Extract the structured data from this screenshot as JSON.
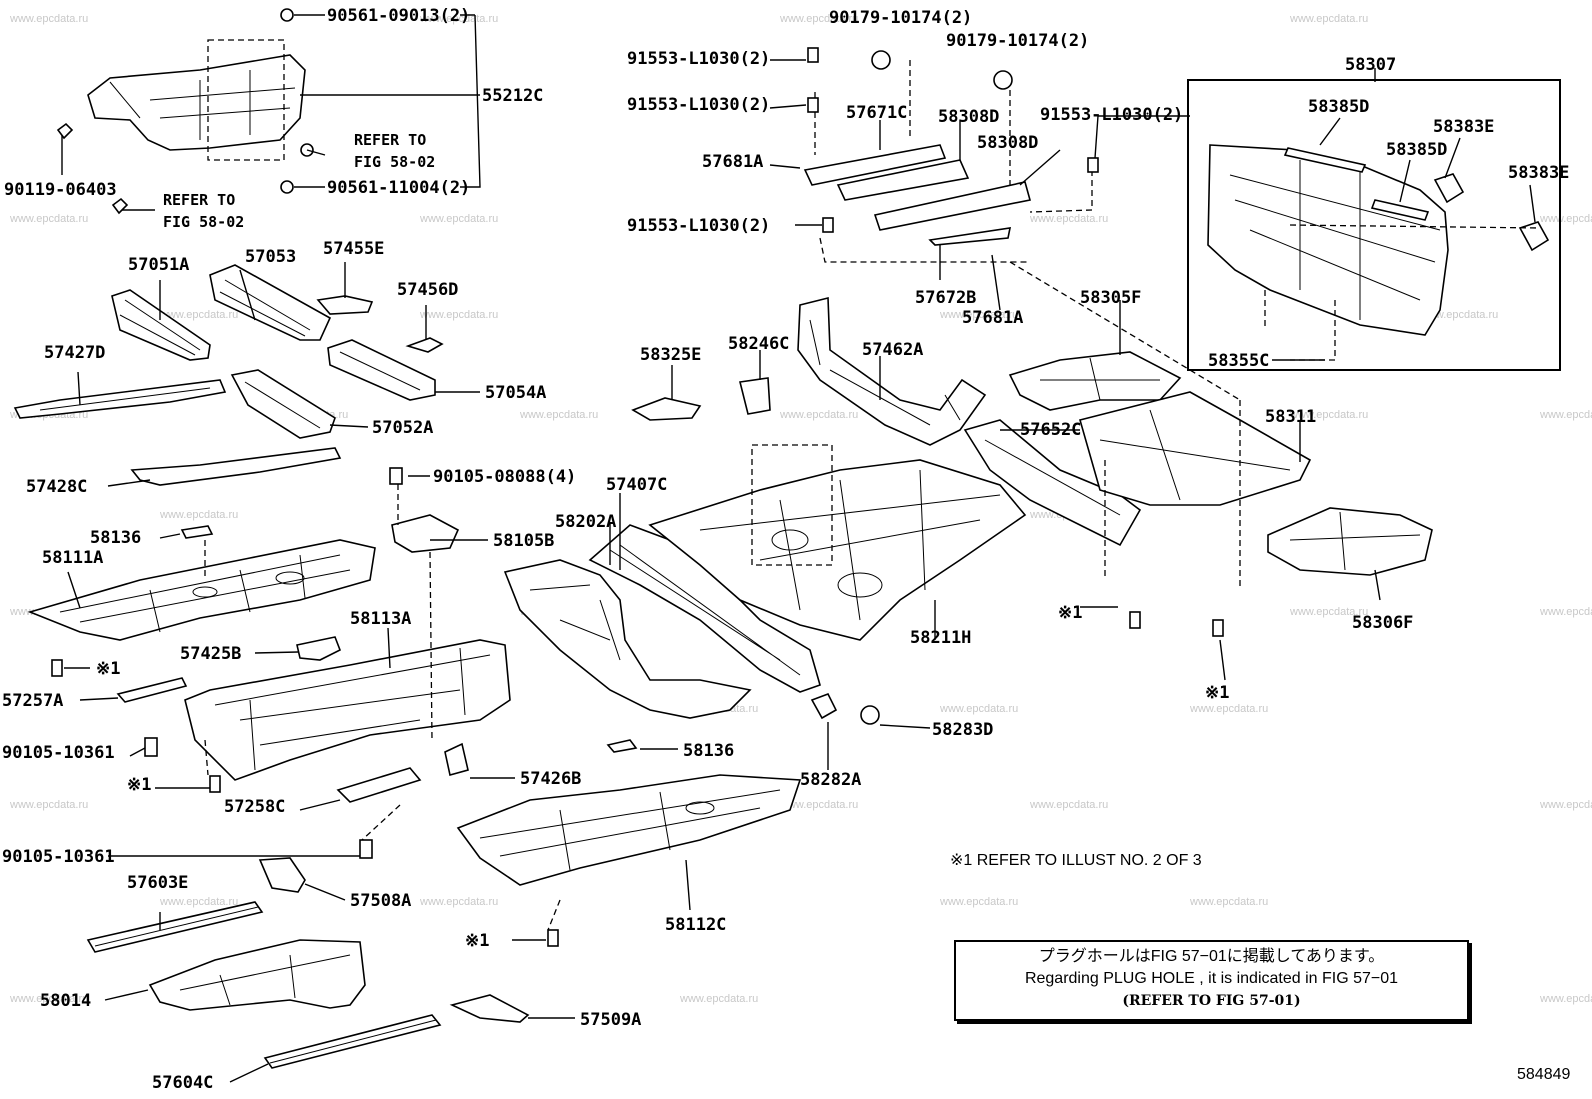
{
  "watermark": "www.epcdata.ru",
  "labels": {
    "p_90561_09013": "90561-09013(2)",
    "p_55212C": "55212C",
    "p_refer_fig_58_02_a_1": "REFER TO",
    "p_refer_fig_58_02_a_2": "FIG 58-02",
    "p_90561_11004": "90561-11004(2)",
    "p_90119_06403": "90119-06403",
    "p_refer_fig_58_02_b_1": "REFER TO",
    "p_refer_fig_58_02_b_2": "FIG 58-02",
    "p_91553_L1030_a": "91553-L1030(2)",
    "p_91553_L1030_b": "91553-L1030(2)",
    "p_91553_L1030_c": "91553-L1030(2)",
    "p_91553_L1030_d": "91553-L1030(2)",
    "p_90179_10174_a": "90179-10174(2)",
    "p_90179_10174_b": "90179-10174(2)",
    "p_57671C": "57671C",
    "p_58308D_a": "58308D",
    "p_58308D_b": "58308D",
    "p_57681A_a": "57681A",
    "p_57672B": "57672B",
    "p_57681A_b": "57681A",
    "p_58307": "58307",
    "p_58385D_a": "58385D",
    "p_58383E_a": "58383E",
    "p_58385D_b": "58385D",
    "p_58383E_b": "58383E",
    "p_58355C": "58355C",
    "p_57051A": "57051A",
    "p_57053": "57053",
    "p_57455E": "57455E",
    "p_57456D": "57456D",
    "p_57427D": "57427D",
    "p_57054A": "57054A",
    "p_57052A": "57052A",
    "p_57428C": "57428C",
    "p_90105_08088": "90105-08088(4)",
    "p_58105B": "58105B",
    "p_58136_a": "58136",
    "p_58111A": "58111A",
    "p_x1_a": "※1",
    "p_58113A": "58113A",
    "p_57425B": "57425B",
    "p_57257A": "57257A",
    "p_90105_10361_a": "90105-10361",
    "p_x1_b": "※1",
    "p_57258C": "57258C",
    "p_90105_10361_b": "90105-10361",
    "p_57603E": "57603E",
    "p_57508A": "57508A",
    "p_58014": "58014",
    "p_57604C": "57604C",
    "p_57509A": "57509A",
    "p_57426B": "57426B",
    "p_58136_b": "58136",
    "p_58112C": "58112C",
    "p_x1_c": "※1",
    "p_58325E": "58325E",
    "p_58246C": "58246C",
    "p_57462A": "57462A",
    "p_57407C": "57407C",
    "p_58202A": "58202A",
    "p_58211H": "58211H",
    "p_58282A": "58282A",
    "p_58283D": "58283D",
    "p_58305F": "58305F",
    "p_57652C": "57652C",
    "p_58311": "58311",
    "p_x1_d": "※1",
    "p_58306F": "58306F",
    "p_x1_e": "※1"
  },
  "note_refer": "※1 REFER TO ILLUST NO. 2 OF 3",
  "plug_note": {
    "line1": "プラグホールはFIG 57−01に掲載してあります。",
    "line2": "Regarding  PLUG  HOLE , it is indicated in FIG  57−01",
    "line3": "(REFER TO FIG 57-01)"
  },
  "figure_number": "584849"
}
